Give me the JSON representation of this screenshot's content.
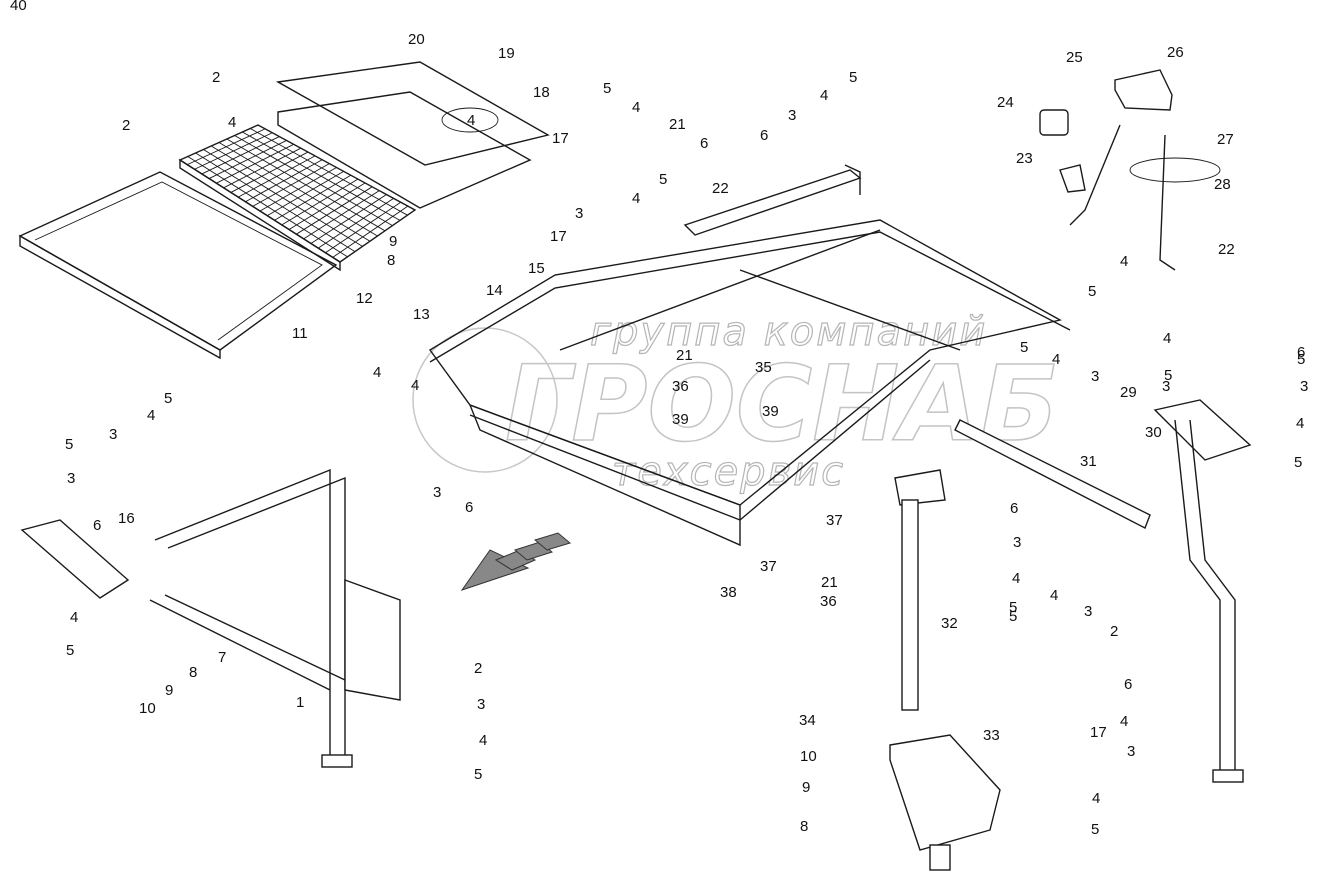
{
  "watermark": {
    "line1": "группа компаний",
    "line2": "ГРОСНАБ",
    "line3": "техсервис"
  },
  "callouts": [
    {
      "text": "1"
    },
    {
      "text": "2"
    },
    {
      "text": "2"
    },
    {
      "text": "2"
    },
    {
      "text": "2"
    },
    {
      "text": "3"
    },
    {
      "text": "3"
    },
    {
      "text": "3"
    },
    {
      "text": "3"
    },
    {
      "text": "3"
    },
    {
      "text": "3"
    },
    {
      "text": "3"
    },
    {
      "text": "3"
    },
    {
      "text": "3"
    },
    {
      "text": "3"
    },
    {
      "text": "3"
    },
    {
      "text": "3"
    },
    {
      "text": "4"
    },
    {
      "text": "4"
    },
    {
      "text": "4"
    },
    {
      "text": "4"
    },
    {
      "text": "4"
    },
    {
      "text": "4"
    },
    {
      "text": "4"
    },
    {
      "text": "4"
    },
    {
      "text": "4"
    },
    {
      "text": "4"
    },
    {
      "text": "4"
    },
    {
      "text": "4"
    },
    {
      "text": "4"
    },
    {
      "text": "4"
    },
    {
      "text": "4"
    },
    {
      "text": "4"
    },
    {
      "text": "4"
    },
    {
      "text": "4"
    },
    {
      "text": "5"
    },
    {
      "text": "5"
    },
    {
      "text": "5"
    },
    {
      "text": "5"
    },
    {
      "text": "5"
    },
    {
      "text": "5"
    },
    {
      "text": "5"
    },
    {
      "text": "5"
    },
    {
      "text": "5"
    },
    {
      "text": "5"
    },
    {
      "text": "5"
    },
    {
      "text": "5"
    },
    {
      "text": "5"
    },
    {
      "text": "5"
    },
    {
      "text": "5"
    },
    {
      "text": "6"
    },
    {
      "text": "6"
    },
    {
      "text": "6"
    },
    {
      "text": "6"
    },
    {
      "text": "6"
    },
    {
      "text": "6"
    },
    {
      "text": "6"
    },
    {
      "text": "7"
    },
    {
      "text": "8"
    },
    {
      "text": "8"
    },
    {
      "text": "8"
    },
    {
      "text": "9"
    },
    {
      "text": "9"
    },
    {
      "text": "9"
    },
    {
      "text": "10"
    },
    {
      "text": "10"
    },
    {
      "text": "11"
    },
    {
      "text": "12"
    },
    {
      "text": "13"
    },
    {
      "text": "14"
    },
    {
      "text": "15"
    },
    {
      "text": "16"
    },
    {
      "text": "17"
    },
    {
      "text": "17"
    },
    {
      "text": "17"
    },
    {
      "text": "18"
    },
    {
      "text": "19"
    },
    {
      "text": "20"
    },
    {
      "text": "21"
    },
    {
      "text": "21"
    },
    {
      "text": "21"
    },
    {
      "text": "22"
    },
    {
      "text": "22"
    },
    {
      "text": "23"
    },
    {
      "text": "24"
    },
    {
      "text": "25"
    },
    {
      "text": "26"
    },
    {
      "text": "27"
    },
    {
      "text": "28"
    },
    {
      "text": "29"
    },
    {
      "text": "30"
    },
    {
      "text": "31"
    },
    {
      "text": "32"
    },
    {
      "text": "33"
    },
    {
      "text": "34"
    },
    {
      "text": "35"
    },
    {
      "text": "36"
    },
    {
      "text": "36"
    },
    {
      "text": "37"
    },
    {
      "text": "37"
    },
    {
      "text": "38"
    },
    {
      "text": "39"
    },
    {
      "text": "39"
    },
    {
      "text": "40"
    }
  ]
}
